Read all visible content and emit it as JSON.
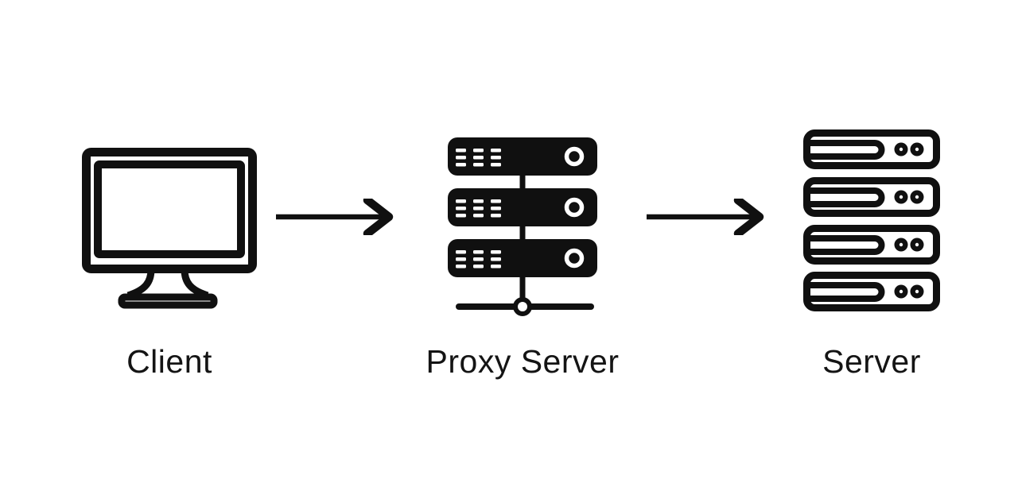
{
  "diagram": {
    "type": "flow",
    "direction": "left-to-right",
    "background_color": "#ffffff",
    "foreground_color": "#101010",
    "nodes": [
      {
        "id": "client",
        "label": "Client",
        "icon": "monitor-icon"
      },
      {
        "id": "proxy",
        "label": "Proxy Server",
        "icon": "server-stack-filled-icon"
      },
      {
        "id": "server",
        "label": "Server",
        "icon": "server-rack-outline-icon"
      }
    ],
    "edges": [
      {
        "from": "client",
        "to": "proxy",
        "style": "arrow-right"
      },
      {
        "from": "proxy",
        "to": "server",
        "style": "arrow-right"
      }
    ]
  }
}
